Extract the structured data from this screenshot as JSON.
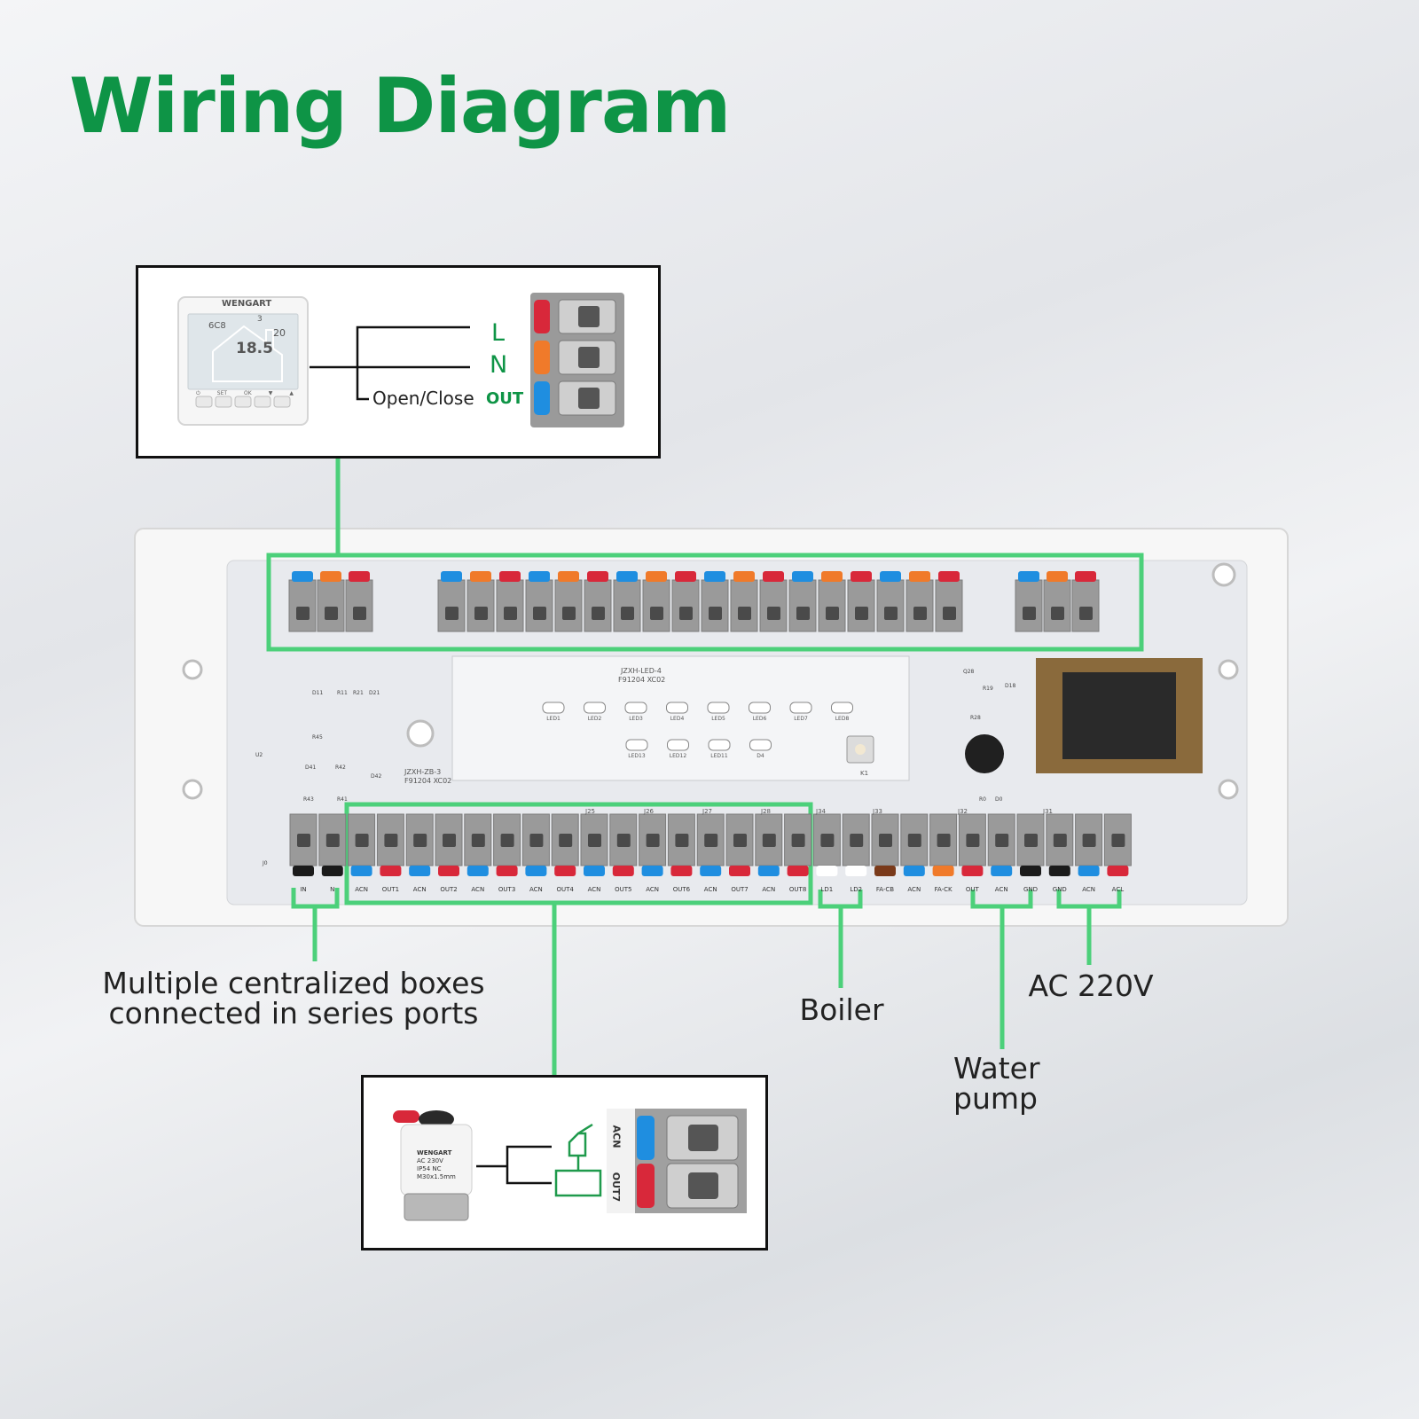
{
  "title": "Wiring Diagram",
  "thermostat_box": {
    "brand": "WENGART",
    "display_left": "6C8",
    "display_right": "20",
    "display_top": "3",
    "display_main": "18.5",
    "buttons": [
      "⏻",
      "SET",
      "OK",
      "▼",
      "▲"
    ],
    "wire_L": "L",
    "wire_N": "N",
    "wire_open_close": "Open/Close",
    "wire_out": "OUT"
  },
  "actuator_box": {
    "brand": "WENGART",
    "spec_line1": "AC 230V",
    "spec_line2": "IP54 NC",
    "spec_line3": "M30x1.5mm",
    "terminal_labels": [
      "ACN",
      "OUT7"
    ]
  },
  "board": {
    "led_board_name": "JZXH-LED-4",
    "led_board_code": "F91204  XC02",
    "main_board_name": "JZXH-ZB-3",
    "main_board_code": "F91204  XC02",
    "led_labels": [
      "LED1",
      "LED2",
      "LED3",
      "LED4",
      "LED5",
      "LED6",
      "LED7",
      "LED8"
    ],
    "led_labels_row2": [
      "LED13",
      "LED12",
      "LED11",
      "D4"
    ],
    "button_label": "K1",
    "bottom_labels": [
      "IN",
      "N",
      "ACN",
      "OUT1",
      "ACN",
      "OUT2",
      "ACN",
      "OUT3",
      "ACN",
      "OUT4",
      "ACN",
      "OUT5",
      "ACN",
      "OUT6",
      "ACN",
      "OUT7",
      "ACN",
      "OUT8",
      "LD1",
      "LD2",
      "FA-CB",
      "ACN",
      "FA-CK",
      "OUT",
      "ACN",
      "GND",
      "GND",
      "ACN",
      "ACL"
    ],
    "header_labels": [
      "J25",
      "J26",
      "J27",
      "J28",
      "J34",
      "J33",
      "J32",
      "J31"
    ],
    "component_labels": [
      "D11",
      "R11",
      "R21",
      "D21",
      "U2",
      "R45",
      "D41",
      "R42",
      "D42",
      "R43",
      "R41",
      "Q28",
      "R19",
      "D18",
      "R28",
      "D0",
      "R0",
      "J0"
    ]
  },
  "labels": {
    "series_ports": "Multiple centralized boxes\nconnected in series ports",
    "boiler": "Boiler",
    "ac220": "AC 220V",
    "water_pump": "Water\npump"
  },
  "colors": {
    "title_green": "#0e9446",
    "callout_green": "#4cd07a",
    "terminal_blue": "#1f8ee0",
    "terminal_orange": "#f07a2a",
    "terminal_red": "#d8283a",
    "terminal_grey": "#8c8c8c",
    "transformer": "#8a6a3c"
  }
}
